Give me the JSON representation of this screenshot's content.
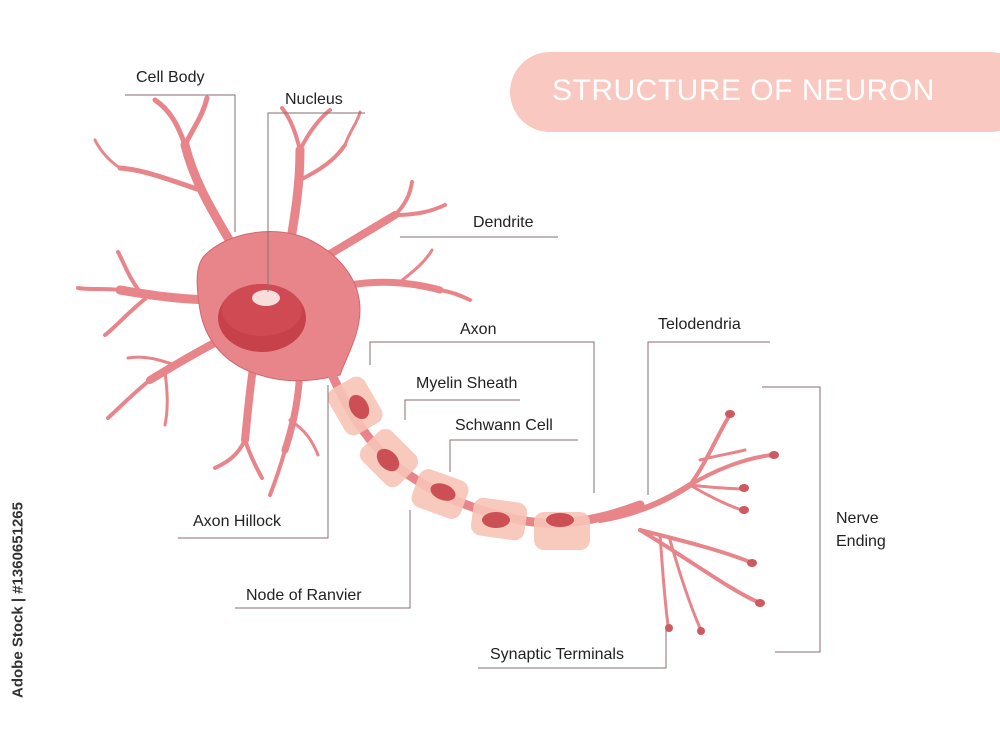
{
  "title": "STRUCTURE OF NEURON",
  "labels": {
    "cell_body": "Cell Body",
    "nucleus": "Nucleus",
    "dendrite": "Dendrite",
    "axon": "Axon",
    "telodendria": "Telodendria",
    "myelin_sheath": "Myelin Sheath",
    "schwann_cell": "Schwann Cell",
    "axon_hillock": "Axon Hillock",
    "node_of_ranvier": "Node of Ranvier",
    "nerve": "Nerve",
    "ending": "Ending",
    "synaptic_terminals": "Synaptic Terminals"
  },
  "watermark": "Adobe Stock | #1360651265",
  "colors": {
    "neuron": "#e8858a",
    "neuron_outline": "#d2676e",
    "nucleus": "#c6414a",
    "nucleolus": "#f7dedd",
    "myelin": "#f7c3b6",
    "schwann_nucleus": "#cd4f56",
    "title_pill": "#f8c8c1",
    "leader_line": "#8a6e6e"
  }
}
